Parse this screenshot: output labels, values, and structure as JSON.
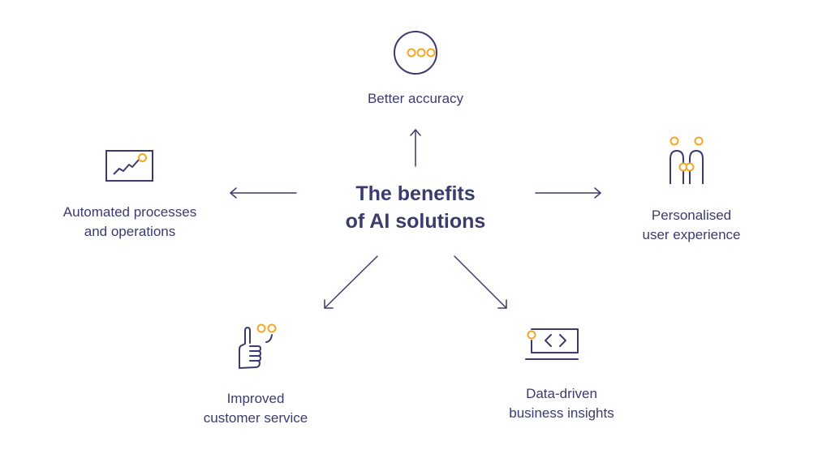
{
  "center": {
    "line1": "The benefits",
    "line2": "of AI solutions"
  },
  "colors": {
    "primary": "#3b3b6d",
    "accent": "#f5a623",
    "background": "#ffffff"
  },
  "benefits": [
    {
      "id": "accuracy",
      "icon": "chat-bubble-dots-icon",
      "lines": [
        "Better accuracy"
      ]
    },
    {
      "id": "automation",
      "icon": "trend-chart-icon",
      "lines": [
        "Automated processes",
        "and operations"
      ]
    },
    {
      "id": "personalised",
      "icon": "people-icon",
      "lines": [
        "Personalised",
        "user experience"
      ]
    },
    {
      "id": "service",
      "icon": "thumbs-up-icon",
      "lines": [
        "Improved",
        "customer service"
      ]
    },
    {
      "id": "insights",
      "icon": "code-monitor-icon",
      "lines": [
        "Data-driven",
        "business insights"
      ]
    }
  ]
}
